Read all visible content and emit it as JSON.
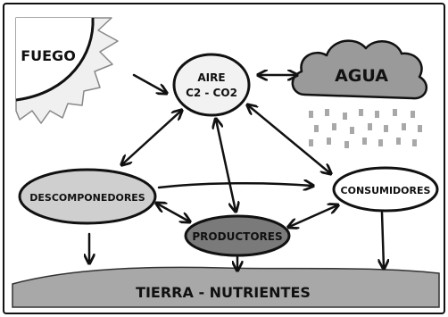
{
  "diagram": {
    "nodes": {
      "fuego": {
        "label": "FUEGO"
      },
      "aire": {
        "label_line1": "AIRE",
        "label_line2": "C2 - CO2"
      },
      "agua": {
        "label": "AGUA"
      },
      "descomponedores": {
        "label": "DESCOMPONEDORES"
      },
      "consumidores": {
        "label": "CONSUMIDORES"
      },
      "productores": {
        "label": "PRODUCTORES"
      },
      "tierra": {
        "label": "TIERRA - NUTRIENTES"
      }
    },
    "connections": [
      {
        "from": "fuego",
        "to": "aire",
        "direction": "one-way"
      },
      {
        "from": "aire",
        "to": "agua",
        "direction": "two-way"
      },
      {
        "from": "aire",
        "to": "descomponedores",
        "direction": "two-way"
      },
      {
        "from": "aire",
        "to": "consumidores",
        "direction": "two-way"
      },
      {
        "from": "aire",
        "to": "productores",
        "direction": "two-way"
      },
      {
        "from": "descomponedores",
        "to": "consumidores",
        "direction": "one-way"
      },
      {
        "from": "descomponedores",
        "to": "productores",
        "direction": "two-way"
      },
      {
        "from": "productores",
        "to": "consumidores",
        "direction": "two-way"
      },
      {
        "from": "descomponedores",
        "to": "tierra",
        "direction": "one-way"
      },
      {
        "from": "productores",
        "to": "tierra",
        "direction": "one-way"
      },
      {
        "from": "consumidores",
        "to": "tierra",
        "direction": "one-way"
      }
    ]
  },
  "colors": {
    "outline": "#111111",
    "node_fill_light": "#f2f2f2",
    "node_fill_mid": "#cfcfcf",
    "node_fill_dark": "#7a7a7a",
    "cloud_fill": "#9a9a9a",
    "rain": "#a8a8a8",
    "ground": "#a8a8a8",
    "sun_ray_fill": "#f0f0f0"
  }
}
